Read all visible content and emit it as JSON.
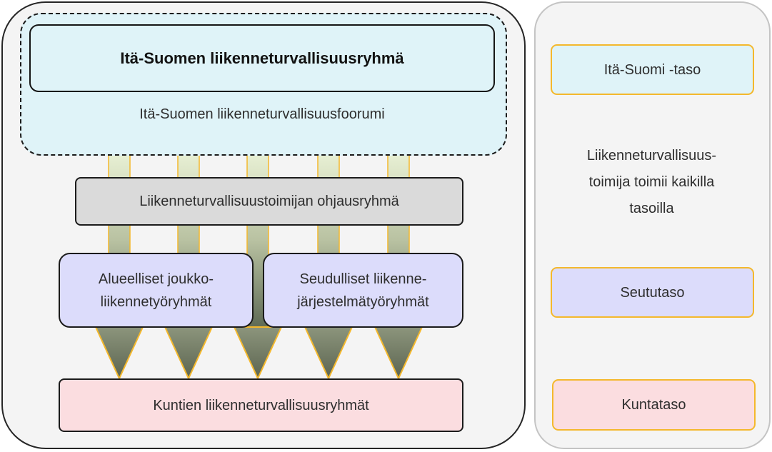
{
  "hierarchy": {
    "steering_group": "Itä-Suomen liikenneturvallisuusryhmä",
    "forum": "Itä-Suomen liikenneturvallisuusfoorumi",
    "actor_steering": "Liikenneturvallisuustoimijan ohjausryhmä",
    "regional_transport": "Alueelliset joukko-\nliikennetyöryhmät",
    "subregional_transport": "Seudulliset liikenne-\njärjestelmätyöryhmät",
    "municipal_groups": "Kuntien liikenneturvallisuusryhmät"
  },
  "levels": {
    "east_finland": "Itä-Suomi -taso",
    "note": "Liikenneturvallisuus-\ntoimija toimii kaikilla\ntasoilla",
    "subregion": "Seututaso",
    "municipality": "Kuntataso"
  },
  "colors": {
    "cyan": "#dff3f8",
    "lavender": "#dcdcfb",
    "pink": "#fbdde0",
    "grey": "#dadada",
    "level_border": "#f4b82c",
    "arrow_fill_top": "#e8f0d4",
    "arrow_fill_bottom": "#5f6b55",
    "arrow_outline": "#f4b82c"
  },
  "icons": [
    "down-arrow-icon"
  ]
}
